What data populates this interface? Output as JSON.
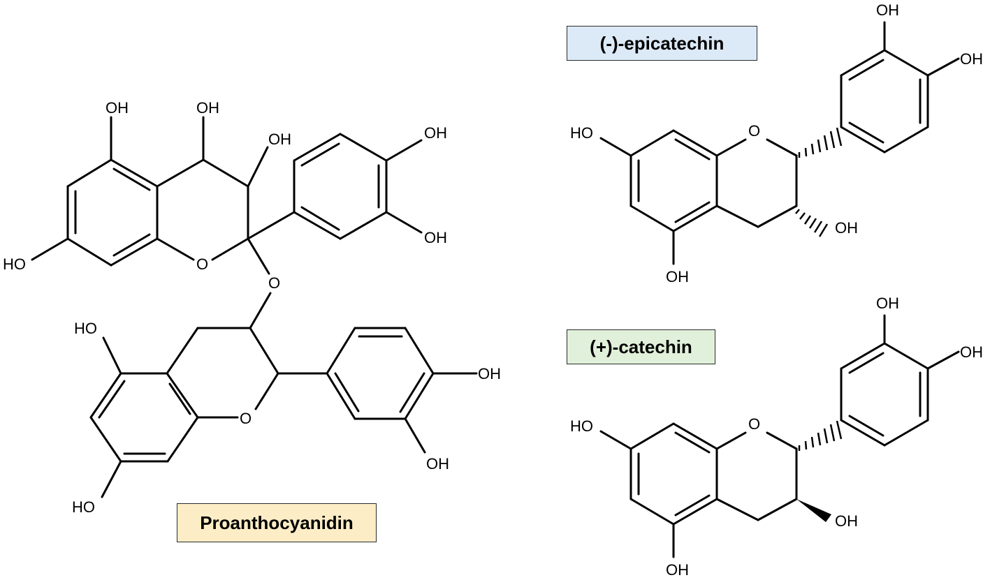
{
  "colors": {
    "proanthocyanidin_box": "#fdedc6",
    "epicatechin_box": "#dce9f6",
    "catechin_box": "#e1f0da",
    "bond": "#000000"
  },
  "compounds": {
    "proanthocyanidin": {
      "name": "Proanthocyanidin"
    },
    "epicatechin": {
      "name": "(-)-epicatechin"
    },
    "catechin": {
      "name": "(+)-catechin"
    }
  },
  "atom_labels": {
    "hydroxyl": "OH",
    "hydroxyl_left": "HO",
    "oxygen": "O"
  }
}
